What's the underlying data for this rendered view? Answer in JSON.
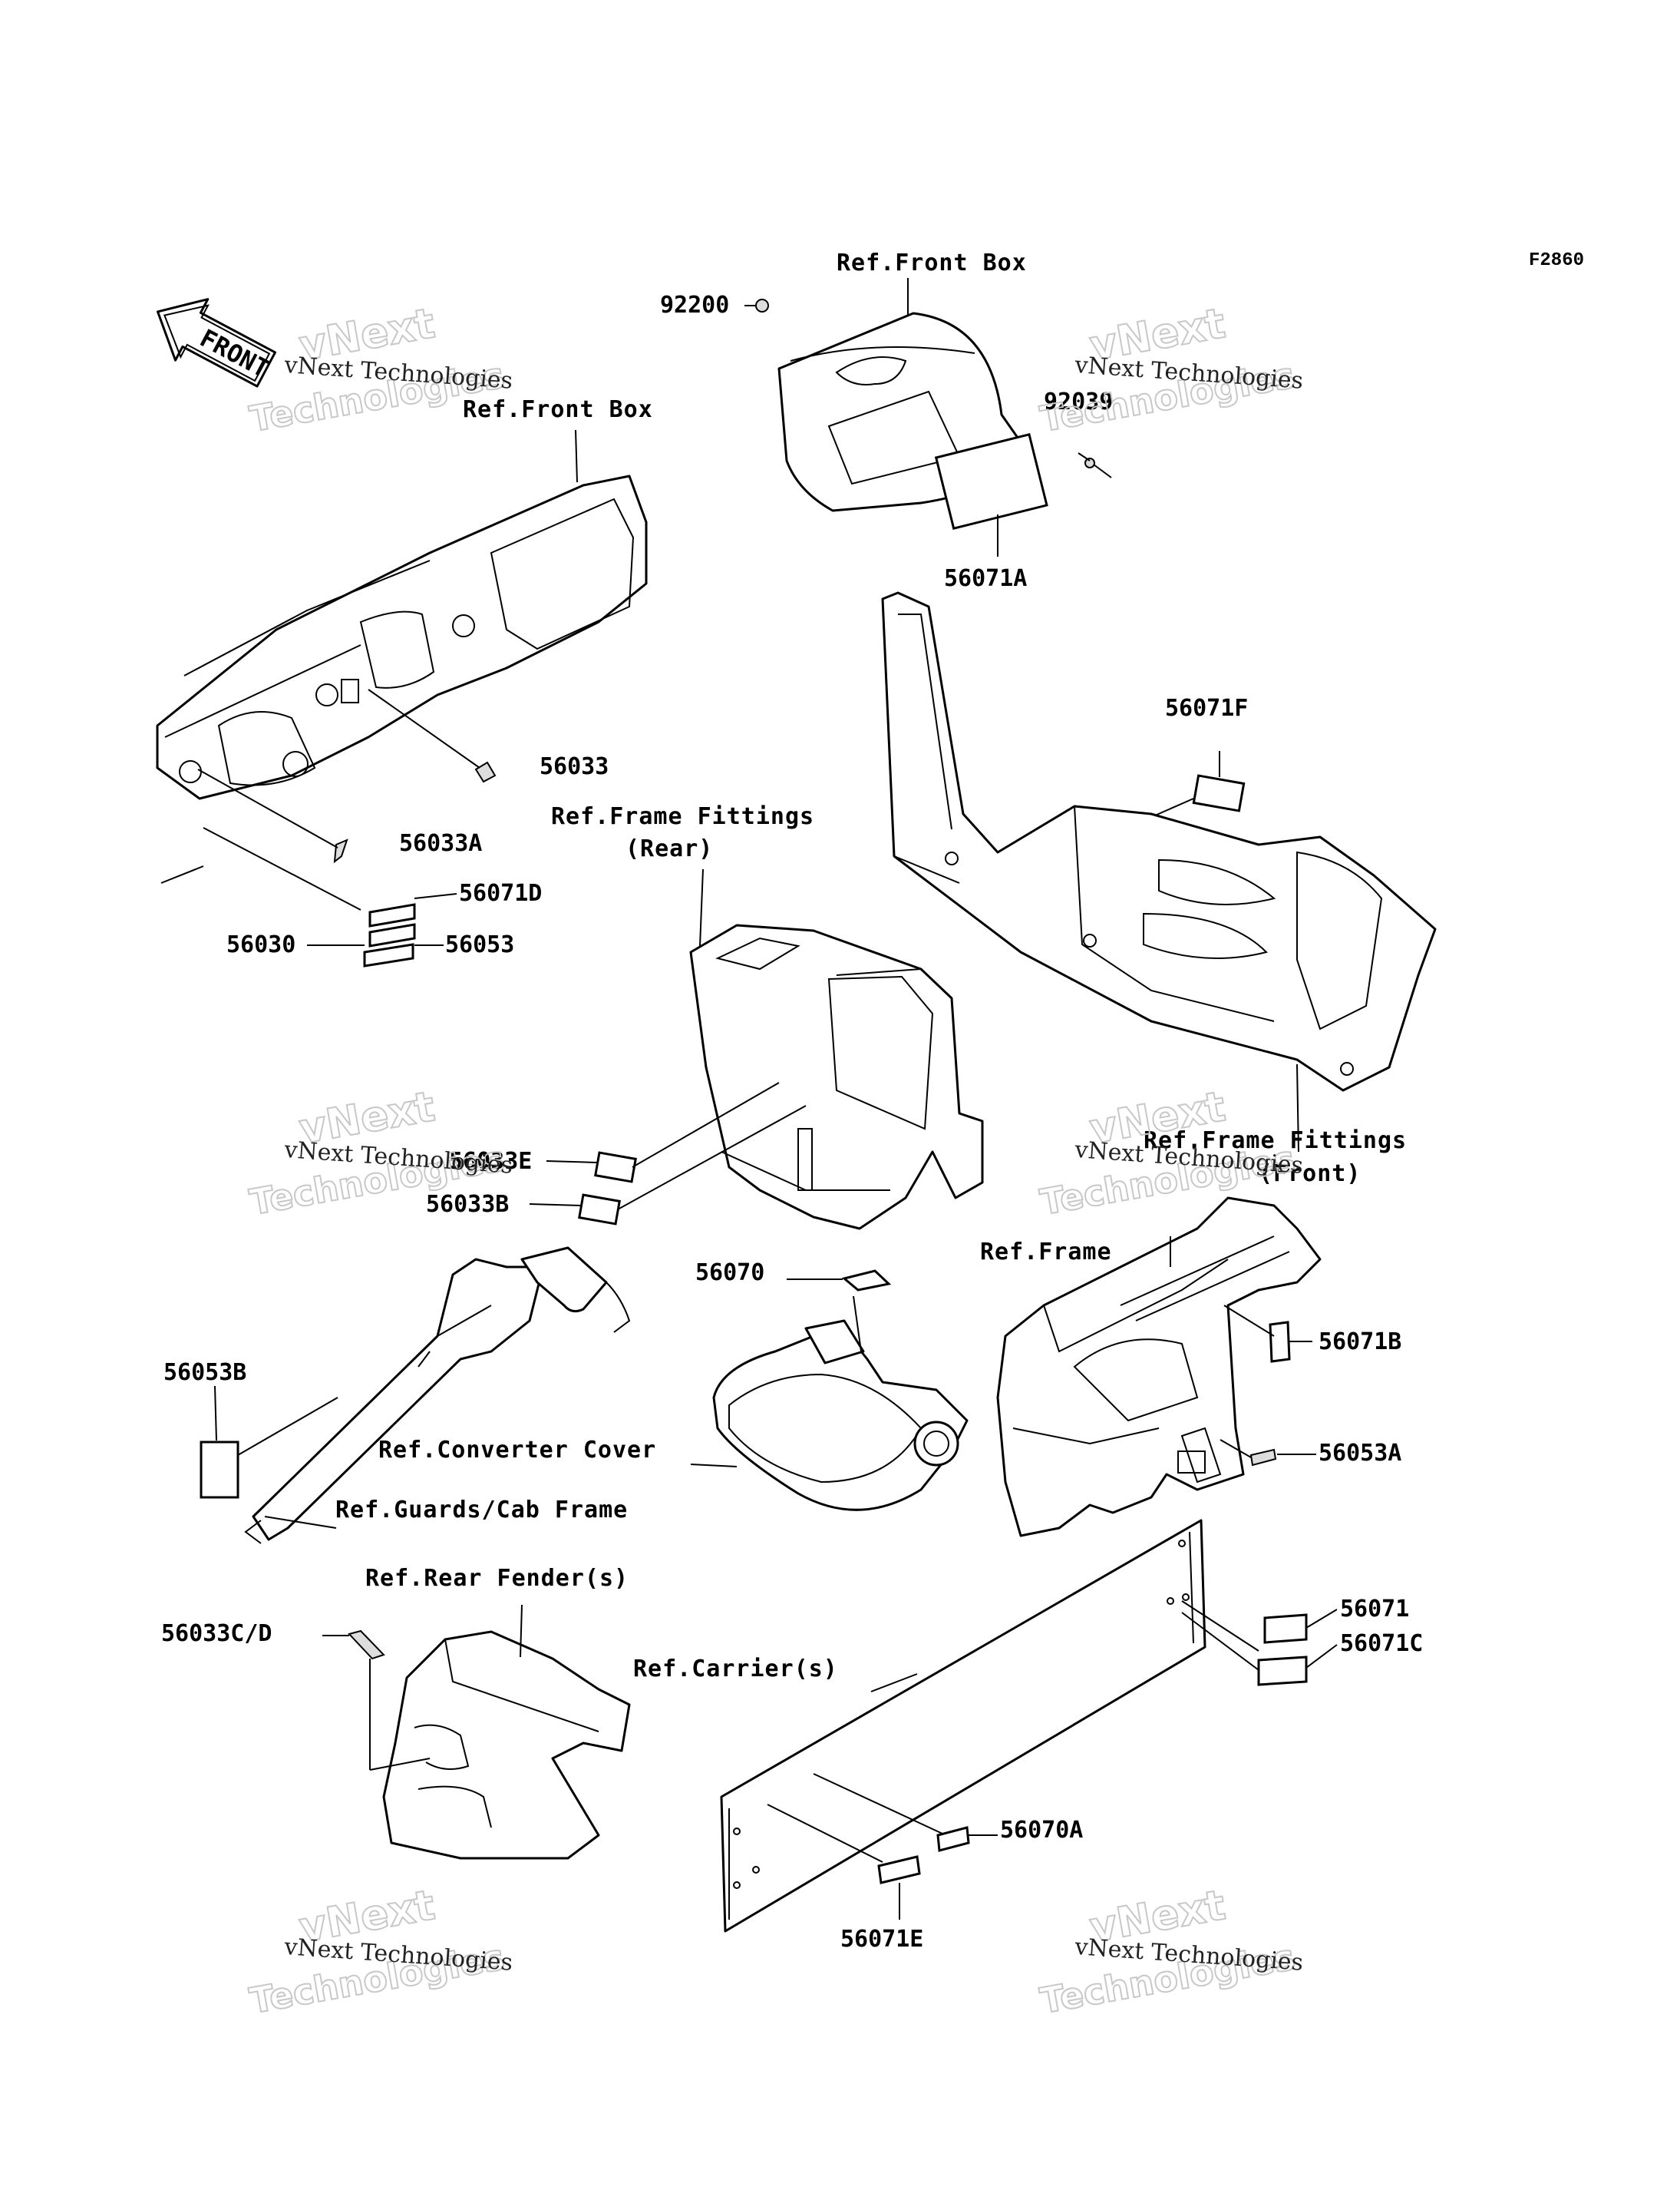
{
  "figure_id": "F2860",
  "front_arrow_label": "FRONT",
  "watermark": {
    "line1": "vNext Technologies",
    "line2": "vNext",
    "line3": "Technologies"
  },
  "refs": {
    "front_box_top": "Ref.Front Box",
    "front_box_left": "Ref.Front Box",
    "frame_fittings_rear_1": "Ref.Frame Fittings",
    "frame_fittings_rear_2": "(Rear)",
    "frame_fittings_front_1": "Ref.Frame Fittings",
    "frame_fittings_front_2": "(Front)",
    "frame": "Ref.Frame",
    "converter_cover": "Ref.Converter Cover",
    "guards_cab_frame": "Ref.Guards/Cab Frame",
    "rear_fenders": "Ref.Rear Fender(s)",
    "carriers": "Ref.Carrier(s)"
  },
  "parts": {
    "p92200": "92200",
    "p92039": "92039",
    "p56071A": "56071A",
    "p56071F": "56071F",
    "p56033": "56033",
    "p56033A": "56033A",
    "p56071D": "56071D",
    "p56030": "56030",
    "p56053": "56053",
    "p56033E": "56033E",
    "p56033B": "56033B",
    "p56070": "56070",
    "p56071B": "56071B",
    "p56053B": "56053B",
    "p56053A": "56053A",
    "p56071": "56071",
    "p56071C": "56071C",
    "p56033CD": "56033C/D",
    "p56070A": "56070A",
    "p56071E": "56071E"
  }
}
